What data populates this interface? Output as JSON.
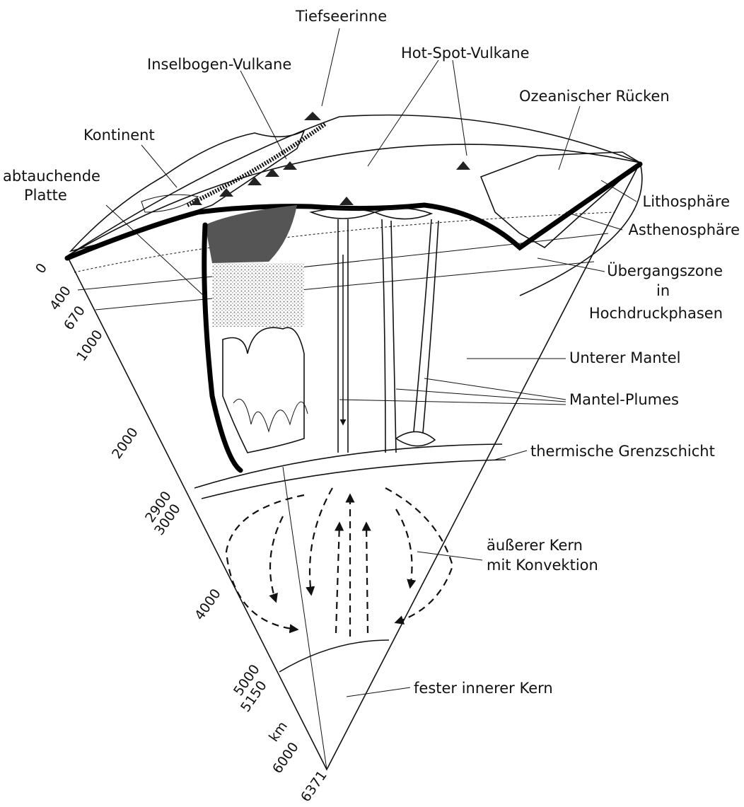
{
  "labels": {
    "tiefseerinne": "Tiefseerinne",
    "inselbogen": "Inselbogen-Vulkane",
    "hotspot": "Hot-Spot-Vulkane",
    "ruecken": "Ozeanischer Rücken",
    "kontinent": "Kontinent",
    "abtauchende_1": "abtauchende",
    "abtauchende_2": "Platte",
    "lithosphaere": "Lithosphäre",
    "asthenosphaere": "Asthenosphäre",
    "uebergang_1": "Übergangszone",
    "uebergang_2": "in",
    "uebergang_3": "Hochdruckphasen",
    "unterer_mantel": "Unterer Mantel",
    "plumes": "Mantel-Plumes",
    "grenzschicht": "thermische Grenzschicht",
    "kern_1": "äußerer Kern",
    "kern_2": "mit Konvektion",
    "innerer_kern": "fester innerer Kern"
  },
  "depth_axis": {
    "unit": "km",
    "ticks": [
      "0",
      "400",
      "670",
      "1000",
      "2000",
      "2900",
      "3000",
      "4000",
      "5000",
      "5150",
      "6000",
      "6371"
    ]
  },
  "colors": {
    "ink": "#111111",
    "paper": "#ffffff",
    "slab_shade": "#555555",
    "stipple": "#bdbdbd"
  }
}
